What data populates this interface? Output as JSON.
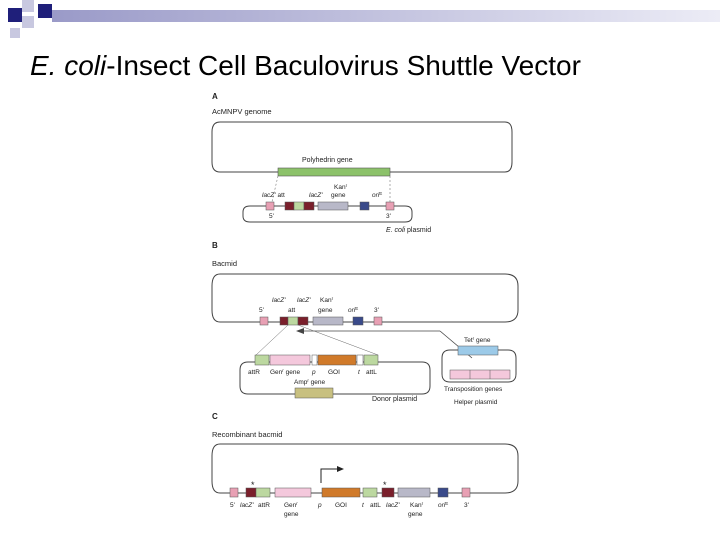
{
  "slide": {
    "title_italic": "E. coli",
    "title_rest": "-Insect Cell Baculovirus Shuttle Vector"
  },
  "panelA": {
    "letter": "A",
    "genome_label": "AcMNPV genome",
    "polyhedrin": "Polyhedrin gene",
    "lacZ_left": "lacZ'",
    "att": "att",
    "lacZ_right": "lacZ'",
    "kan1": "Kan",
    "kan_sup": "r",
    "kan2": "gene",
    "ori": "ori",
    "ori_sup": "E",
    "five": "5'",
    "three": "3'",
    "plasmid_italic": "E. coli",
    "plasmid_rest": " plasmid"
  },
  "panelB": {
    "letter": "B",
    "bacmid_label": "Bacmid",
    "lacZ_left": "lacZ'",
    "lacZ_right": "lacZ'",
    "kan": "Kan",
    "kan_sup": "r",
    "att": "att",
    "gene": "gene",
    "ori": "ori",
    "ori_sup": "E",
    "five": "5'",
    "three": "3'",
    "attR": "attR",
    "gen": "Gen",
    "gen_sup": "r",
    "gen_gene": " gene",
    "p": "p",
    "goi": "GOI",
    "t": "t",
    "attL": "attL",
    "amp": "Amp",
    "amp_sup": "r",
    "amp_gene": " gene",
    "donor": "Donor plasmid",
    "tet": "Tet",
    "tet_sup": "r",
    "tet_gene": " gene",
    "transposition": "Transposition genes",
    "helper": "Helper plasmid"
  },
  "panelC": {
    "letter": "C",
    "label": "Recombinant bacmid",
    "star": "*",
    "five": "5'",
    "lacZ": "lacZ'",
    "attR": "attR",
    "gen": "Gen",
    "gen_sup": "r",
    "gene": "gene",
    "p": "p",
    "goi": "GOI",
    "t": "t",
    "attL": "attL",
    "lacZ2": "lacZ'",
    "kan": "Kan",
    "kan_sup": "r",
    "ori": "ori",
    "ori_sup": "E",
    "three": "3'"
  },
  "colors": {
    "bullet_navy": "#1f1f7a",
    "bullet_light": "#c8c8e0",
    "green": "#8cc26a",
    "pink": "#e8a0b4",
    "darkred": "#7a1f2b",
    "lightgreen": "#bcd8a0",
    "gray": "#b8b8c8",
    "navy": "#3a4a8a",
    "orange": "#d07a2a",
    "lightpink": "#f4c8dc",
    "lightblue": "#9ccae8",
    "olive": "#c8c080"
  }
}
